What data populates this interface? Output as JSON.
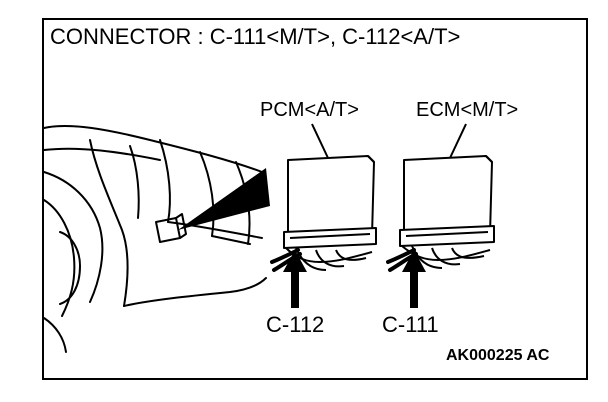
{
  "title": "CONNECTOR : C-111<M/T>, C-112<A/T>",
  "modules": {
    "pcm": "PCM<A/T>",
    "ecm": "ECM<M/T>"
  },
  "connectors": {
    "c112": "C-112",
    "c111": "C-111"
  },
  "figure_code": "AK000225 AC",
  "colors": {
    "ink": "#000000",
    "paper": "#ffffff"
  }
}
